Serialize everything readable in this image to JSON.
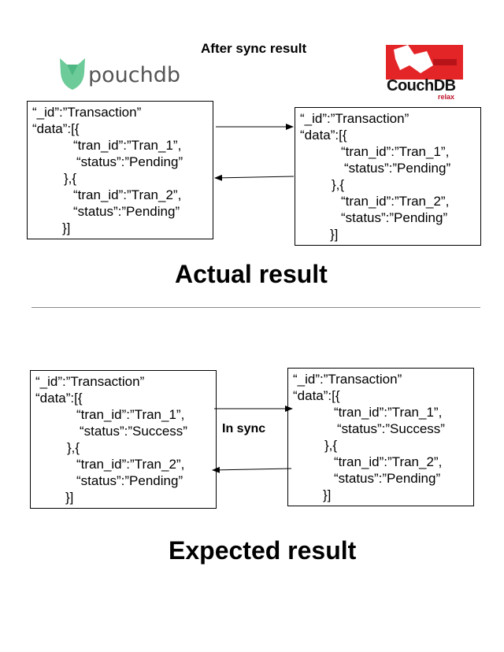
{
  "header": {
    "title": "After sync result"
  },
  "logos": {
    "pouchdb": {
      "text": "pouchdb",
      "color": "#6ccb99"
    },
    "couchdb": {
      "text": "CouchDB",
      "tagline": "relax",
      "color": "#e42528"
    }
  },
  "actual": {
    "title": "Actual result",
    "left_doc": {
      "id_line": "“_id”:”Transaction”",
      "data_line": "“data”:[{",
      "t1_id": "“tran_id”:”Tran_1”,",
      "t1_status": "“status”:”Pending”",
      "sep": "},{",
      "t2_id": "“tran_id”:”Tran_2”,",
      "t2_status": "“status”:”Pending”",
      "end": "}]"
    },
    "right_doc": {
      "id_line": "“_id”:”Transaction”",
      "data_line": "“data”:[{",
      "t1_id": "“tran_id”:”Tran_1”,",
      "t1_status": "“status”:”Pending”",
      "sep": "},{",
      "t2_id": "“tran_id”:”Tran_2”,",
      "t2_status": "“status”:”Pending”",
      "end": "}]"
    }
  },
  "expected": {
    "title": "Expected result",
    "sync_label": "In sync",
    "left_doc": {
      "id_line": "“_id”:”Transaction”",
      "data_line": "“data”:[{",
      "t1_id": "“tran_id”:”Tran_1”,",
      "t1_status": "“status”:”Success”",
      "sep": "},{",
      "t2_id": "“tran_id”:”Tran_2”,",
      "t2_status": "“status”:”Pending”",
      "end": "}]"
    },
    "right_doc": {
      "id_line": "“_id”:”Transaction”",
      "data_line": "“data”:[{",
      "t1_id": "“tran_id”:”Tran_1”,",
      "t1_status": "“status”:”Success”",
      "sep": "},{",
      "t2_id": "“tran_id”:”Tran_2”,",
      "t2_status": "“status”:”Pending”",
      "end": "}]"
    }
  }
}
